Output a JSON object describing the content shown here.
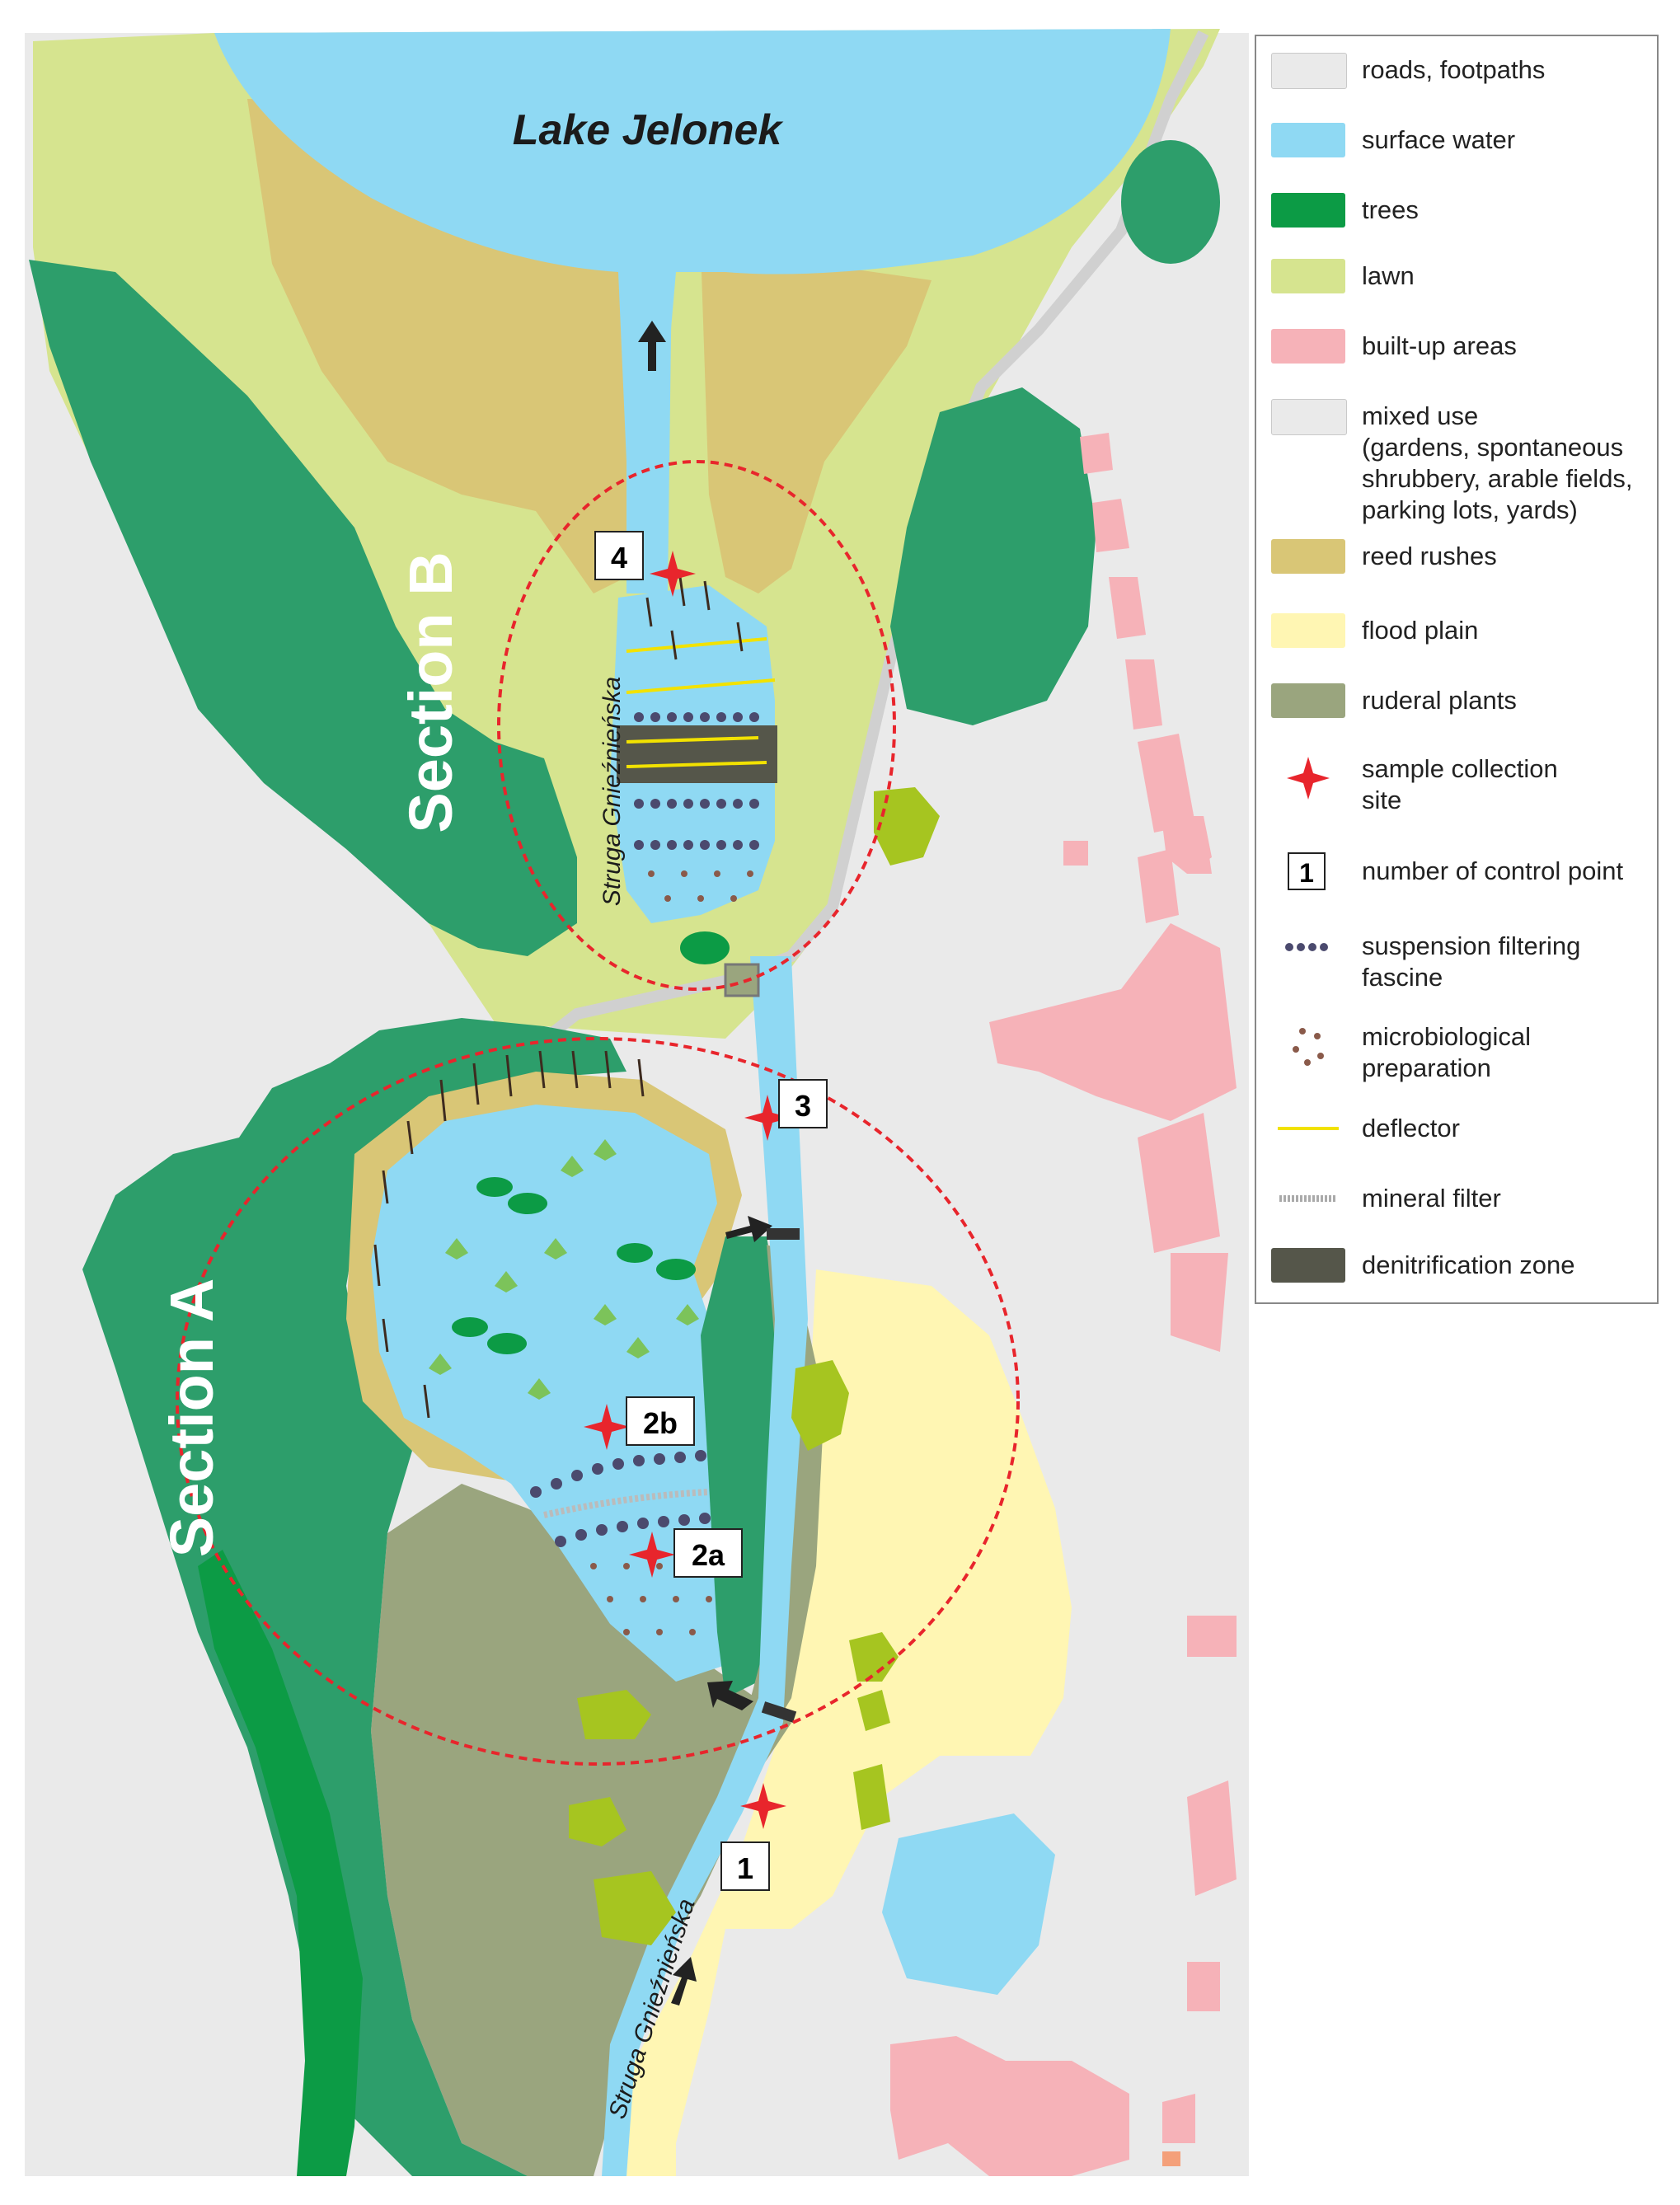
{
  "map": {
    "title": "Lake Jelonek",
    "sections": [
      "Section A",
      "Section B"
    ],
    "stream_name": "Struga Gnieźnieńska",
    "control_points": [
      "1",
      "2a",
      "2b",
      "3",
      "4"
    ]
  },
  "legend": {
    "items": [
      {
        "label": "roads, footpaths",
        "color": "#eaeaea",
        "icon": "swatch"
      },
      {
        "label": "surface water",
        "color": "#8fd9f3",
        "icon": "swatch"
      },
      {
        "label": "trees",
        "color": "#0c9b45",
        "icon": "swatch"
      },
      {
        "label": "lawn",
        "color": "#d6e48f",
        "icon": "swatch"
      },
      {
        "label": "built-up areas",
        "color": "#f6b2b8",
        "icon": "swatch"
      },
      {
        "label": "mixed use\n(gardens, spontaneous\nshrubbery, arable fields,\nparking lots, yards)",
        "color": "#eaeaea",
        "icon": "swatch"
      },
      {
        "label": "reed rushes",
        "color": "#d9c676",
        "icon": "swatch"
      },
      {
        "label": "flood plain",
        "color": "#fff6b3",
        "icon": "swatch"
      },
      {
        "label": "ruderal plants",
        "color": "#9aa57e",
        "icon": "swatch"
      },
      {
        "label": "sample collection\nsite",
        "color": "#e8252c",
        "icon": "red-star-icon"
      },
      {
        "label": "number of control point",
        "number": "1",
        "icon": "control-point-box"
      },
      {
        "label": "suspension filtering\nfascine",
        "color": "#4b4a6e",
        "icon": "fascine-dots-icon"
      },
      {
        "label": "microbiological\npreparation",
        "color": "#8a5a4a",
        "icon": "microbe-dots-icon"
      },
      {
        "label": "deflector",
        "color": "#f2e200",
        "icon": "deflector-line-icon"
      },
      {
        "label": "mineral filter",
        "color": "#aaaaaa",
        "icon": "mineral-filter-icon"
      },
      {
        "label": "denitrification zone",
        "color": "#55564a",
        "icon": "swatch"
      }
    ]
  }
}
